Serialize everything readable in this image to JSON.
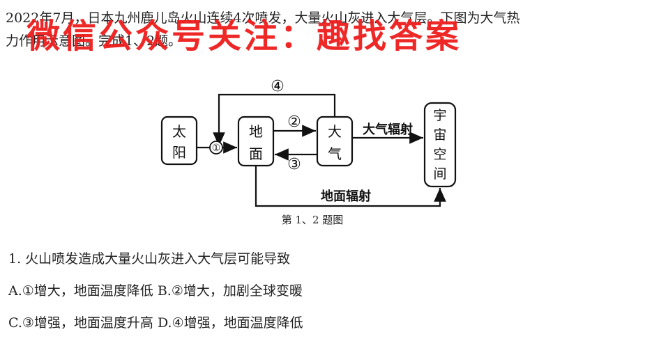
{
  "intro": {
    "line1": "2022年7月，日本九州鹿儿岛火山连续4次喷发，大量火山灰进入大气层。下图为大气热",
    "line2": "力作用示意图。完成1、2题。"
  },
  "watermark": "微信公众号关注：趣找答案",
  "diagram": {
    "sun": [
      "太",
      "阳"
    ],
    "ground": [
      "地",
      "面"
    ],
    "atmosphere": [
      "大",
      "气"
    ],
    "space": [
      "宇",
      "宙",
      "空",
      "间"
    ],
    "markers": [
      "①",
      "②",
      "③",
      "④"
    ],
    "atm_radiation": "大气辐射",
    "ground_radiation": "地面辐射",
    "caption": "第 1、2 题图"
  },
  "question": {
    "stem": "1. 火山喷发造成大量火山灰进入大气层可能导致",
    "a": "A.①增大，地面温度降低",
    "b": "B.②增大，加剧全球变暖",
    "c": "C.③增强，地面温度升高",
    "d": "D.④增强，地面温度降低"
  }
}
